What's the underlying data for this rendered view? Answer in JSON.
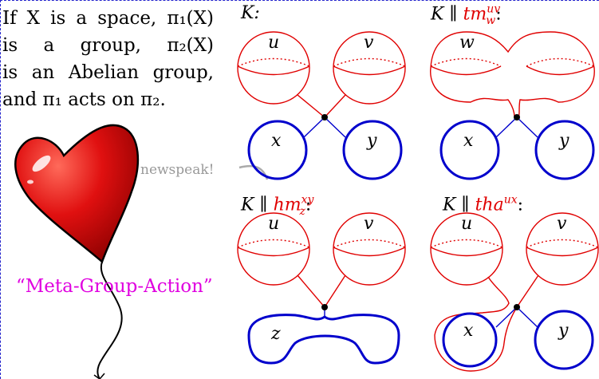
{
  "intro": {
    "line1": "If X is a space, π₁(X)",
    "line2": "is a group, π₂(X)",
    "line3": "is an Abelian group,",
    "line4": "and π₁ acts on π₂."
  },
  "side": {
    "newspeak": "newspeak!",
    "meta_action": "“Meta-Group-Action”"
  },
  "panels": {
    "k": {
      "caption_prefix": "K:",
      "labels": [
        "u",
        "v",
        "x",
        "y"
      ]
    },
    "tm": {
      "caption_prefix": "K ∥ ",
      "op": "tm",
      "sup": "uv",
      "sub": "w",
      "caption_suffix": ":",
      "labels": [
        "w",
        "x",
        "y"
      ]
    },
    "hm": {
      "caption_prefix": "K ∥ ",
      "op": "hm",
      "sup": "xy",
      "sub": "z",
      "caption_suffix": ":",
      "labels": [
        "u",
        "v",
        "z"
      ]
    },
    "tha": {
      "caption_prefix": "K ∥ ",
      "op": "tha",
      "sup": "ux",
      "caption_suffix": ":",
      "labels": [
        "u",
        "v",
        "x",
        "y"
      ]
    }
  },
  "colors": {
    "sphere": "#e00000",
    "circle": "#0000cc",
    "magenta": "#e000e0",
    "frame": "#2222cc"
  }
}
